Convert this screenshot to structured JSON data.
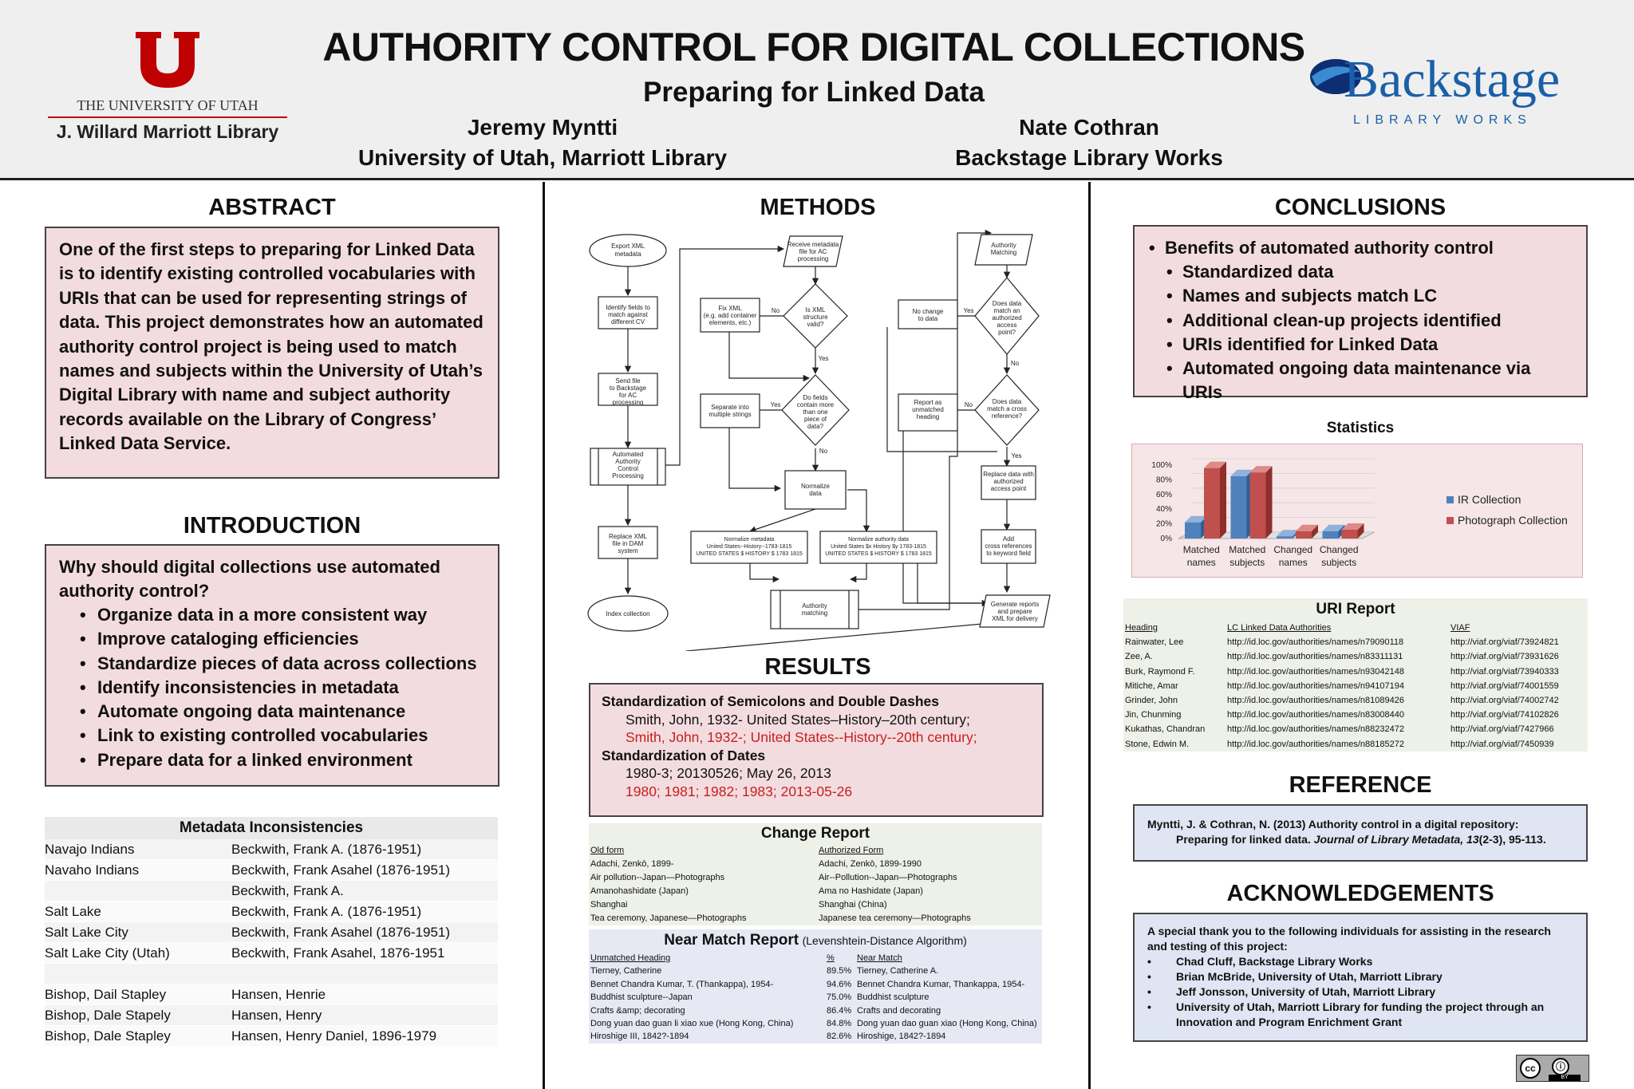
{
  "header": {
    "title": "AUTHORITY CONTROL FOR DIGITAL COLLECTIONS",
    "subtitle": "Preparing for Linked Data",
    "author1_name": "Jeremy Myntti",
    "author1_affil": "University of Utah, Marriott Library",
    "author2_name": "Nate Cothran",
    "author2_affil": "Backstage Library Works",
    "uofu_line1": "THE UNIVERSITY OF UTAH",
    "uofu_line2": "J. Willard Marriott Library",
    "backstage_logo": "Backstage",
    "backstage_sub": "LIBRARY WORKS",
    "utah_red": "#be0000",
    "backstage_blue": "#1a5fa8"
  },
  "abstract": {
    "title": "ABSTRACT",
    "text": "One of the first steps to preparing for Linked Data is to identify existing controlled vocabularies with URIs that can be used for representing strings of data. This project demonstrates how an automated authority control project is being used to match names and subjects within the University of Utah’s Digital Library with name and subject authority records available on the Library of Congress’ Linked Data Service."
  },
  "introduction": {
    "title": "INTRODUCTION",
    "question": "Why should digital collections use automated authority control?",
    "bullets": [
      "Organize data in a more consistent way",
      "Improve cataloging efficiencies",
      "Standardize pieces of data across collections",
      "Identify inconsistencies in metadata",
      "Automate ongoing data maintenance",
      "Link to existing controlled vocabularies",
      "Prepare data for a linked environment"
    ]
  },
  "inconsistencies": {
    "title": "Metadata Inconsistencies",
    "rows": [
      [
        "Navajo Indians",
        "Beckwith,   Frank A. (1876-1951)"
      ],
      [
        "Navaho Indians",
        "Beckwith,   Frank Asahel (1876-1951)"
      ],
      [
        "",
        "Beckwith, Frank A."
      ],
      [
        "Salt Lake",
        "Beckwith, Frank A. (1876-1951)"
      ],
      [
        "Salt Lake City",
        "Beckwith, Frank Asahel (1876-1951)"
      ],
      [
        "Salt Lake City (Utah)",
        "Beckwith, Frank Asahel, 1876-1951"
      ],
      [
        "",
        ""
      ],
      [
        "Bishop, Dail Stapley",
        "Hansen, Henrie"
      ],
      [
        "Bishop, Dale Stapely",
        "Hansen, Henry"
      ],
      [
        "Bishop, Dale Stapley",
        "Hansen, Henry Daniel, 1896-1979"
      ]
    ]
  },
  "methods": {
    "title": "METHODS",
    "nodes": {
      "export": [
        "Export XML",
        "metadata"
      ],
      "identify": [
        "Identify fields to",
        "match against",
        "different CV"
      ],
      "send": [
        "Send file",
        "to Backstage",
        "for AC",
        "processing"
      ],
      "aacp": [
        "Automated",
        "Authority",
        "Control",
        "Processing"
      ],
      "replace_dam": [
        "Replace XML",
        "file in DAM",
        "system"
      ],
      "index": [
        "Index collection"
      ],
      "receive": [
        "Receive metadata",
        "file for AC",
        "processing"
      ],
      "fix": [
        "Fix XML",
        "(e.g. add container",
        "elements, etc.)"
      ],
      "valid": [
        "Is XML",
        "structure",
        "valid?"
      ],
      "separate": [
        "Separate into",
        "multiple strings"
      ],
      "multi": [
        "Do fields",
        "contain more",
        "than one",
        "piece of",
        "data?"
      ],
      "normalize": [
        "Normalize",
        "data"
      ],
      "norm_meta": [
        "Normalize metadata",
        "United States--History--1783-1815",
        "UNITED STATES $ HISTORY $ 1783 1815"
      ],
      "norm_auth": [
        "Normalize authority data",
        "United States $x History $y 1783-1815",
        "UNITED STATES $ HISTORY $ 1783 1815"
      ],
      "auth_match": [
        "Authority",
        "matching"
      ],
      "auth_match2": [
        "Authority",
        "Matching"
      ],
      "nochange": [
        "No change",
        "to data"
      ],
      "authorized": [
        "Does data",
        "match an",
        "authorized",
        "access",
        "point?"
      ],
      "report": [
        "Report as",
        "unmatched",
        "heading"
      ],
      "cross": [
        "Does data",
        "match a cross",
        "reference?"
      ],
      "replace_auth": [
        "Replace data with",
        "authorized",
        "access point"
      ],
      "add_cross": [
        "Add",
        "cross references",
        "to keyword field"
      ],
      "generate": [
        "Generate reports",
        "and prepare",
        "XML for delivery"
      ]
    },
    "labels": {
      "yes": "Yes",
      "no": "No"
    }
  },
  "results": {
    "title": "RESULTS",
    "box": {
      "h1": "Standardization of Semicolons and Double Dashes",
      "before1": "Smith, John, 1932- United States–History–20th century;",
      "after1": "Smith, John, 1932-; United States--History--20th century;",
      "h2": "Standardization of Dates",
      "before2": "1980-3; 20130526; May 26, 2013",
      "after2": "1980; 1981; 1982; 1983; 2013-05-26"
    },
    "change_report": {
      "title": "Change Report",
      "headers": [
        "Old form",
        "Authorized Form"
      ],
      "rows": [
        [
          "Adachi, Zenkō, 1899-",
          "Adachi, Zenkō, 1899-1990"
        ],
        [
          "Air pollution--Japan—Photographs",
          "Air--Pollution--Japan—Photographs"
        ],
        [
          "Amanohashidate (Japan)",
          "Ama no Hashidate  (Japan)"
        ],
        [
          "Shanghai",
          "Shanghai (China)"
        ],
        [
          "Tea ceremony, Japanese—Photographs",
          "Japanese tea ceremony—Photographs"
        ]
      ]
    },
    "near_match": {
      "title": "Near Match Report",
      "subtitle": "(Levenshtein-Distance Algorithm)",
      "headers": [
        "Unmatched Heading",
        "%",
        "Near Match"
      ],
      "rows": [
        [
          "Tierney, Catherine",
          "89.5%",
          "Tierney, Catherine A."
        ],
        [
          "Bennet Chandra Kumar, T. (Thankappa), 1954-",
          "94.6%",
          "Bennet Chandra Kumar, Thankappa, 1954-"
        ],
        [
          "Buddhist sculpture--Japan",
          "75.0%",
          "Buddhist sculpture"
        ],
        [
          "Crafts &amp; decorating",
          "86.4%",
          "Crafts and decorating"
        ],
        [
          "Dong yuan dao guan li xiao xue (Hong Kong, China)",
          "84.8%",
          "Dong yuan dao guan xiao (Hong Kong, China)"
        ],
        [
          "Hiroshige III, 1842?-1894",
          "82.6%",
          "Hiroshige, 1842?-1894"
        ]
      ]
    }
  },
  "conclusions": {
    "title": "CONCLUSIONS",
    "main": "Benefits of automated authority control",
    "bullets": [
      "Standardized data",
      "Names and subjects match LC",
      "Additional clean-up projects identified",
      "URIs identified for Linked Data",
      "Automated ongoing data maintenance via URIs"
    ]
  },
  "statistics": {
    "title": "Statistics"
  },
  "chart_data": {
    "type": "bar",
    "categories": [
      "Matched names",
      "Matched subjects",
      "Changed names",
      "Changed subjects"
    ],
    "series": [
      {
        "name": "IR Collection",
        "color": "#4f81bd",
        "values": [
          22,
          85,
          3,
          10
        ]
      },
      {
        "name": "Photograph Collection",
        "color": "#c0504d",
        "values": [
          96,
          90,
          10,
          12
        ]
      }
    ],
    "ytick_labels": [
      "0%",
      "20%",
      "40%",
      "60%",
      "80%",
      "100%"
    ],
    "ylim": [
      0,
      100
    ],
    "legend": "right"
  },
  "uri_report": {
    "title": "URI Report",
    "headers": [
      "Heading",
      "LC Linked Data Authorities",
      "VIAF"
    ],
    "rows": [
      [
        "Rainwater, Lee",
        "http://id.loc.gov/authorities/names/n79090118",
        "http://viaf.org/viaf/73924821"
      ],
      [
        "Zee, A.",
        "http://id.loc.gov/authorities/names/n83311131",
        "http://viaf.org/viaf/73931626"
      ],
      [
        "Burk, Raymond F.",
        "http://id.loc.gov/authorities/names/n93042148",
        "http://viaf.org/viaf/73940333"
      ],
      [
        "Mitiche, Amar",
        "http://id.loc.gov/authorities/names/n94107194",
        "http://viaf.org/viaf/74001559"
      ],
      [
        "Grinder, John",
        "http://id.loc.gov/authorities/names/n81089426",
        "http://viaf.org/viaf/74002742"
      ],
      [
        "Jin, Chunming",
        "http://id.loc.gov/authorities/names/n83008440",
        "http://viaf.org/viaf/74102826"
      ],
      [
        "Kukathas, Chandran",
        "http://id.loc.gov/authorities/names/n88232472",
        "http://viaf.org/viaf/7427966"
      ],
      [
        "Stone, Edwin M.",
        "http://id.loc.gov/authorities/names/n88185272",
        "http://viaf.org/viaf/7450939"
      ]
    ]
  },
  "reference": {
    "title": "REFERENCE",
    "text_a": "Myntti, J. & Cothran, N. (2013) Authority control in a digital repository: Preparing for linked data.",
    "journal": "Journal of Library Metadata, 13",
    "text_b": "(2-3), 95-113."
  },
  "acknowledgements": {
    "title": "ACKNOWLEDGEMENTS",
    "intro": "A special thank you to the following individuals for assisting in the research and testing of this project:",
    "items": [
      "Chad Cluff, Backstage Library Works",
      "Brian McBride, University of Utah, Marriott Library",
      "Jeff Jonsson, University of Utah, Marriott Library",
      "University of Utah, Marriott Library for funding the project through an Innovation and Program Enrichment Grant"
    ]
  },
  "license": {
    "cc": "cc",
    "by": "BY"
  }
}
